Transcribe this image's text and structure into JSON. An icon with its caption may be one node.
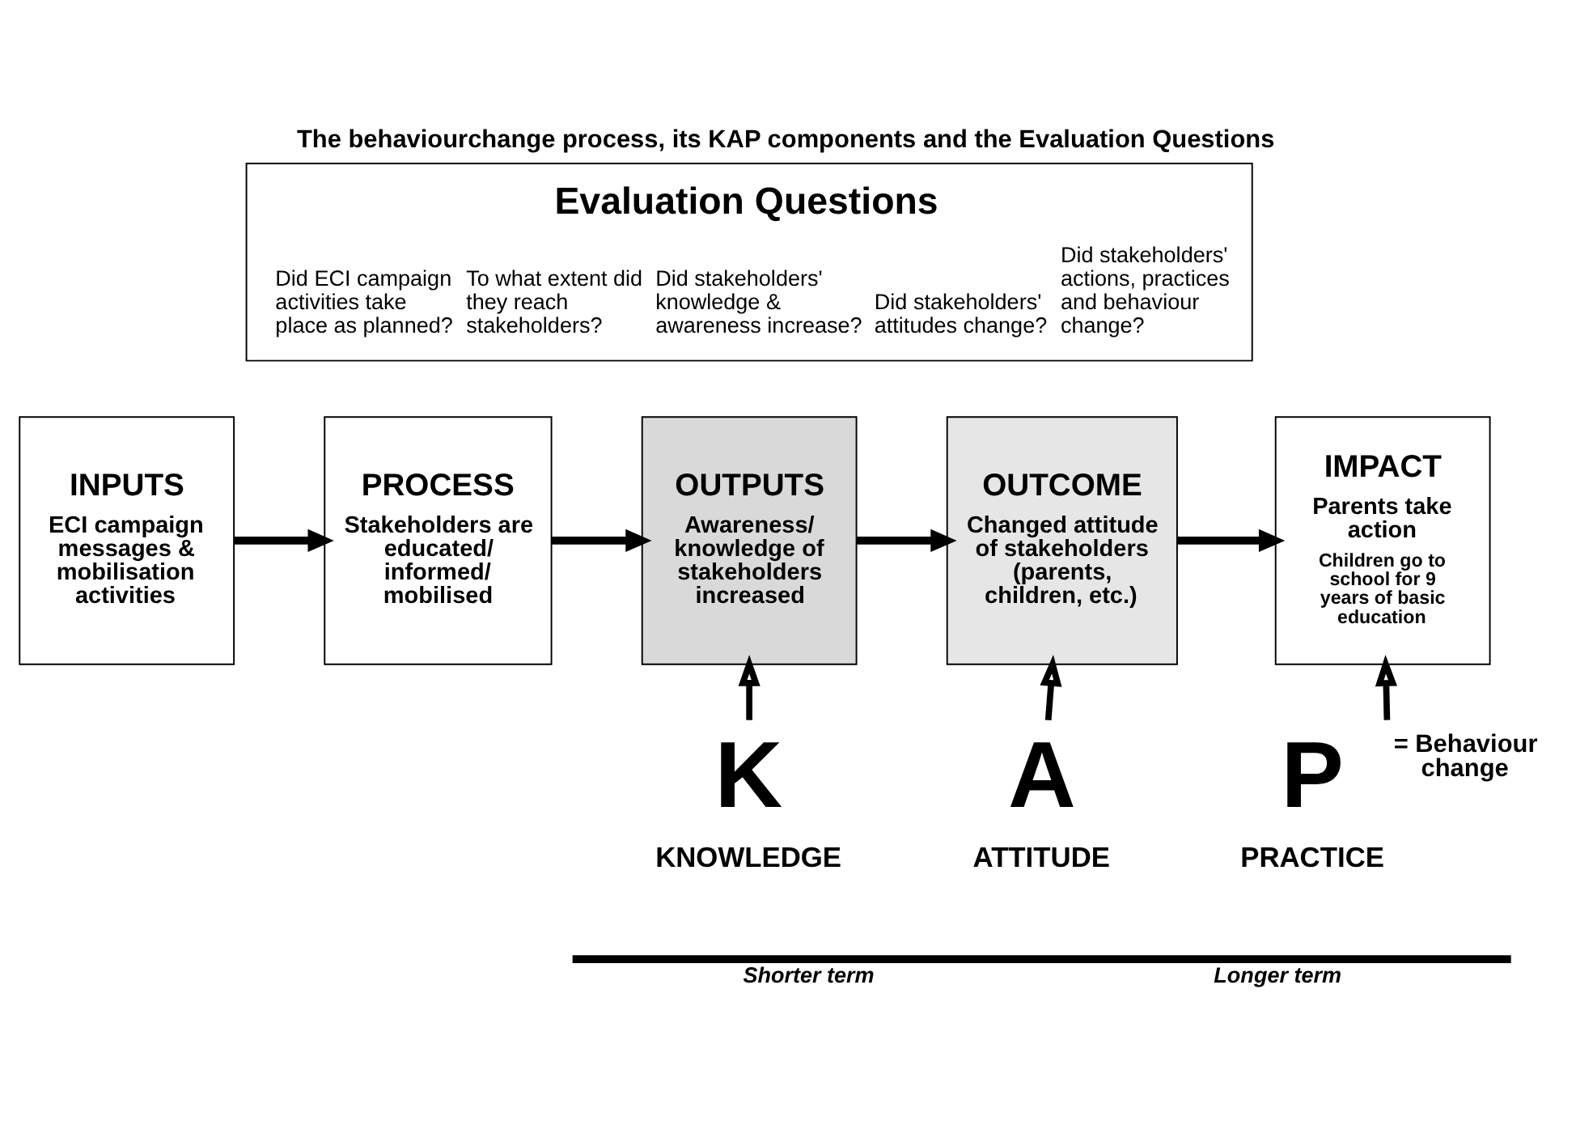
{
  "diagram": {
    "title": "The behaviourchange process, its KAP components and the Evaluation Questions",
    "nodes": [
      {
        "text": [
          "Evaluation Questions",
          "Did ECI campaign activities take place as planned?",
          "To what extent did they reach stakeholders?",
          "Did stakeholders' knowledge & awareness increase?",
          "Did stakeholders' attitudes change?",
          "Did stakeholders' actions, practices and behaviour change?"
        ]
      },
      {
        "text": [
          "INPUTS",
          "ECI campaign messages & mobilisation activities"
        ]
      },
      {
        "text": [
          "PROCESS",
          "Stakeholders are educated/ informed/ mobilised"
        ]
      },
      {
        "text": [
          "OUTPUTS",
          "Awareness/ knowledge of stakeholders increased"
        ]
      },
      {
        "text": [
          "OUTCOME",
          "Changed attitude of stakeholders (parents, children, etc.)"
        ]
      },
      {
        "text": [
          "IMPACT",
          "Parents take action",
          "Children go to school for 9 years of basic education"
        ]
      },
      {
        "text": [
          "K",
          "KNOWLEDGE"
        ]
      },
      {
        "text": [
          "A",
          "ATTITUDE"
        ]
      },
      {
        "text": [
          "P",
          "PRACTICE"
        ],
        "beside": [
          "= Behaviour change"
        ]
      }
    ],
    "edges": [
      {
        "from": 1,
        "to": 2,
        "arrow": "to"
      },
      {
        "from": 2,
        "to": 3,
        "arrow": "to"
      },
      {
        "from": 3,
        "to": 4,
        "arrow": "to"
      },
      {
        "from": 4,
        "to": 5,
        "arrow": "to"
      },
      {
        "from": 6,
        "to": 3,
        "arrow": "to"
      },
      {
        "from": 7,
        "to": 4,
        "arrow": "to"
      },
      {
        "from": 8,
        "to": 5,
        "arrow": "to"
      }
    ],
    "labels": [
      "Shorter term",
      "Longer term"
    ]
  }
}
